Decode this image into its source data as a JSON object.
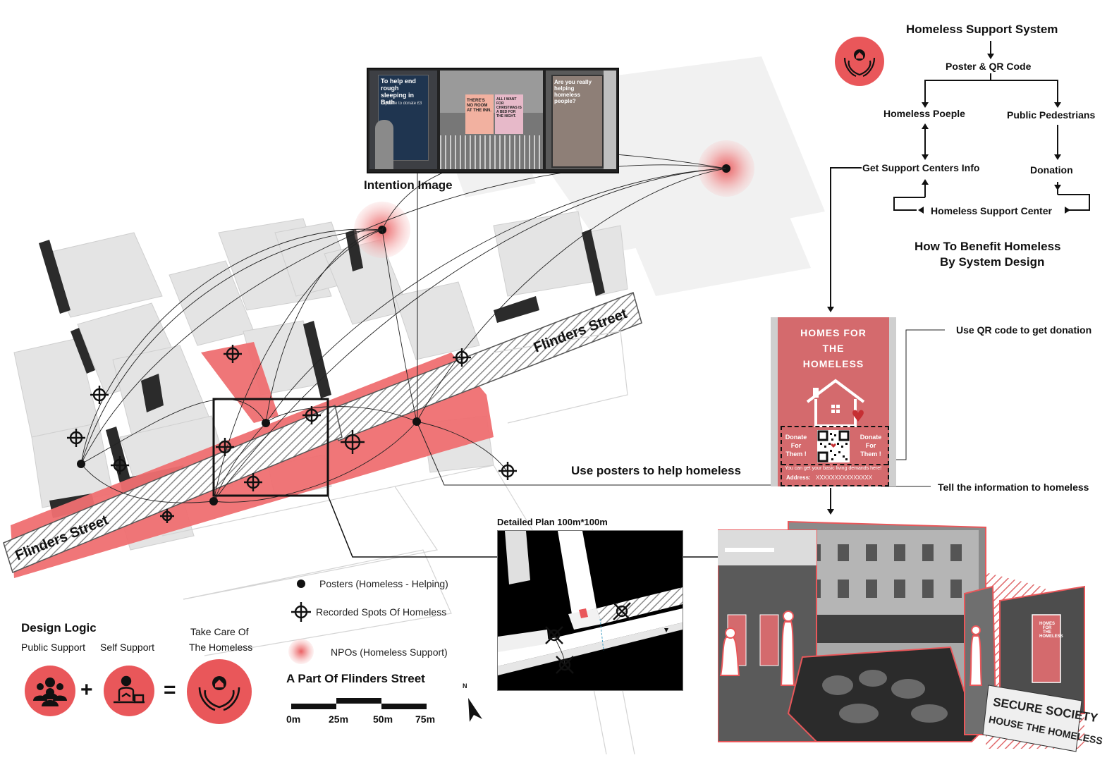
{
  "colors": {
    "accent": "#e9575a",
    "accent_light": "#f3a9aa",
    "poster_bg": "#d46a6d",
    "building": "#e6e6e6",
    "shadow": "#2b2b2b"
  },
  "map": {
    "street_label_upper": "Flinders Street",
    "street_label_lower": "Flinders Street",
    "intention_image_label": "Intention Image",
    "posters_help_label": "Use posters to help homeless"
  },
  "intention_posters": {
    "p1_text": "To help end rough sleeping in Bath",
    "p1_sub": "Tap here to donate £3",
    "p2_left": "THERE'S NO ROOM AT THE INN.",
    "p2_right": "ALL I WANT FOR CHRISTMAS IS A BED FOR THE NIGHT.",
    "p3_text": "Are you really helping homeless people?"
  },
  "flow": {
    "title": "Homeless Support System",
    "node_poster": "Poster & QR Code",
    "node_homeless": "Homeless Poeple",
    "node_public": "Public Pedestrians",
    "node_info": "Get Support Centers Info",
    "node_donation": "Donation",
    "node_center": "Homeless Support Center",
    "subtitle_line1": "How To Benefit Homeless",
    "subtitle_line2": "By System Design"
  },
  "poster": {
    "title_line1": "HOMES FOR",
    "title_line2": "THE",
    "title_line3": "HOMELESS",
    "donate_left": "Donate For Them !",
    "donate_right": "Donate For Them !",
    "info_line": "You can get your basic living demands here!",
    "address_label": "Address:",
    "address_value": "XXXXXXXXXXXXXXX",
    "annotation_qr": "Use QR code to get donation",
    "annotation_info": "Tell the information to homeless"
  },
  "detail_plan": {
    "label": "Detailed Plan 100m*100m"
  },
  "legend": {
    "posters": "Posters (Homeless - Helping)",
    "recorded": "Recorded Spots Of Homeless",
    "npos": "NPOs (Homeless Support)",
    "caption": "A Part Of Flinders Street"
  },
  "scale": {
    "labels": [
      "0m",
      "25m",
      "50m",
      "75m"
    ],
    "north": "N"
  },
  "design_logic": {
    "title": "Design Logic",
    "public_support": "Public Support",
    "self_support": "Self Support",
    "take_care_line1": "Take Care Of",
    "take_care_line2": "The Homeless",
    "plus": "+",
    "equals": "="
  },
  "photo_collage": {
    "banner_line1": "SECURE SOCIETY",
    "banner_line2": "HOUSE THE HOMELESS",
    "mini_poster_text": "HOMES FOR THE HOMELESS"
  }
}
